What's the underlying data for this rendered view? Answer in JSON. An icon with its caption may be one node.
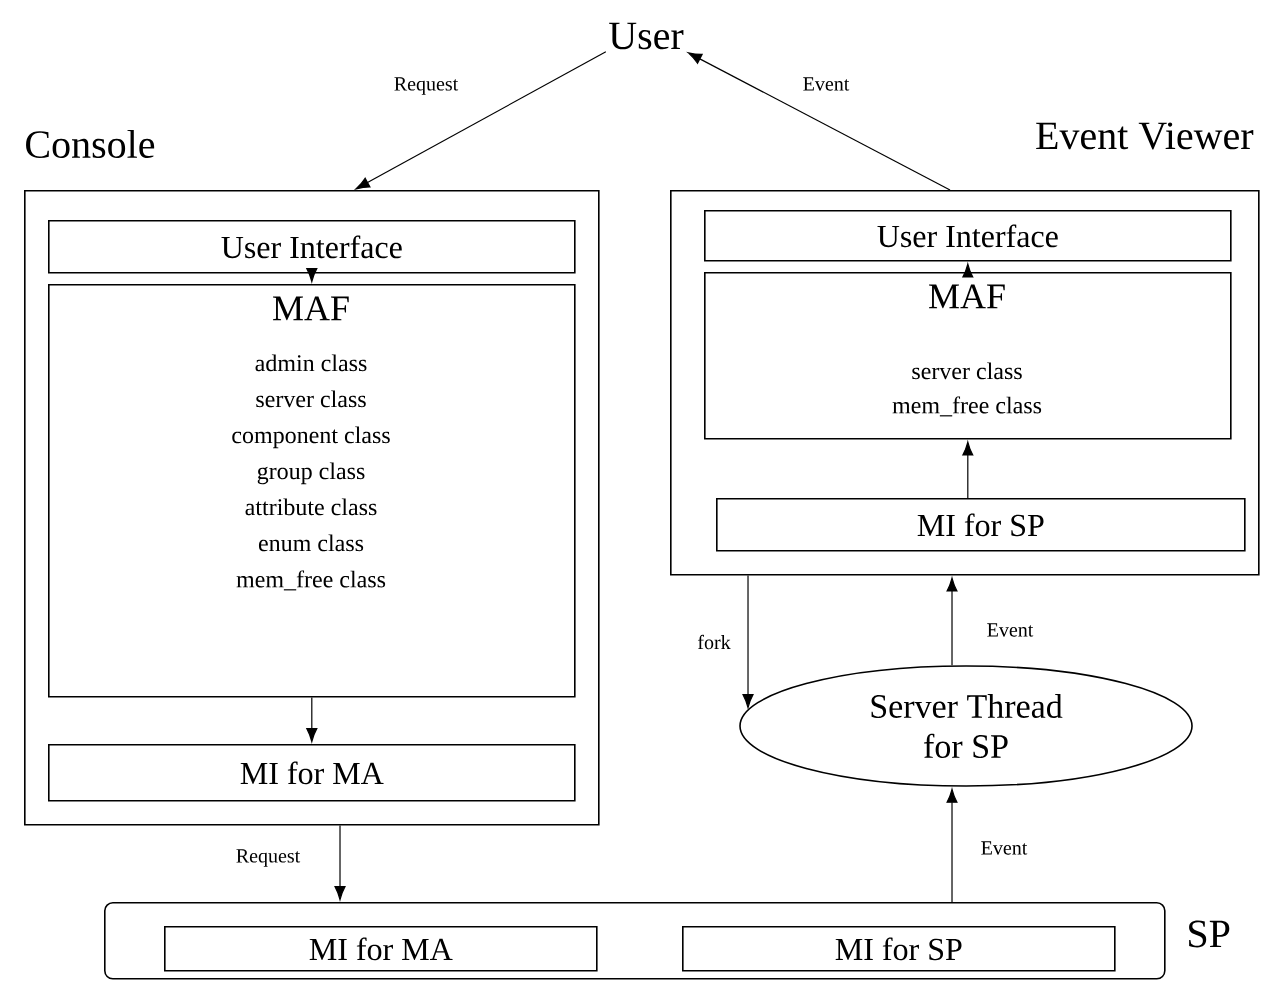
{
  "diagram": {
    "nodes": [
      {
        "text": [
          "User"
        ]
      },
      {
        "text": [
          "Console"
        ]
      },
      {
        "text": [
          "User Interface"
        ],
        "in": 1
      },
      {
        "text": [
          "MAF",
          "admin class",
          "server class",
          "component class",
          "group class",
          "attribute class",
          "enum class",
          "mem_free class"
        ],
        "in": 1
      },
      {
        "text": [
          "MI for MA"
        ],
        "in": 1
      },
      {
        "text": [
          "Event Viewer"
        ]
      },
      {
        "text": [
          "User Interface"
        ],
        "in": 5
      },
      {
        "text": [
          "MAF",
          "server class",
          "mem_free class"
        ],
        "in": 5
      },
      {
        "text": [
          "MI for SP"
        ],
        "in": 5
      },
      {
        "text": [
          "Server Thread for SP"
        ]
      },
      {
        "text": [
          "SP"
        ]
      },
      {
        "text": [
          "MI for MA"
        ],
        "in": 10
      },
      {
        "text": [
          "MI for SP"
        ],
        "in": 10
      }
    ],
    "edges": [
      {
        "from": 0,
        "to": 1,
        "arrow": "to",
        "label": "Request"
      },
      {
        "from": 5,
        "to": 0,
        "arrow": "to",
        "label": "Event"
      },
      {
        "from": 2,
        "to": 3,
        "arrow": "to"
      },
      {
        "from": 3,
        "to": 4,
        "arrow": "to"
      },
      {
        "from": 8,
        "to": 7,
        "arrow": "to"
      },
      {
        "from": 7,
        "to": 6,
        "arrow": "to"
      },
      {
        "from": 5,
        "to": 9,
        "arrow": "to",
        "label": "fork"
      },
      {
        "from": 9,
        "to": 5,
        "arrow": "to",
        "label": "Event"
      },
      {
        "from": 1,
        "to": 10,
        "arrow": "to",
        "label": "Request"
      },
      {
        "from": 10,
        "to": 9,
        "arrow": "to",
        "label": "Event"
      }
    ]
  }
}
